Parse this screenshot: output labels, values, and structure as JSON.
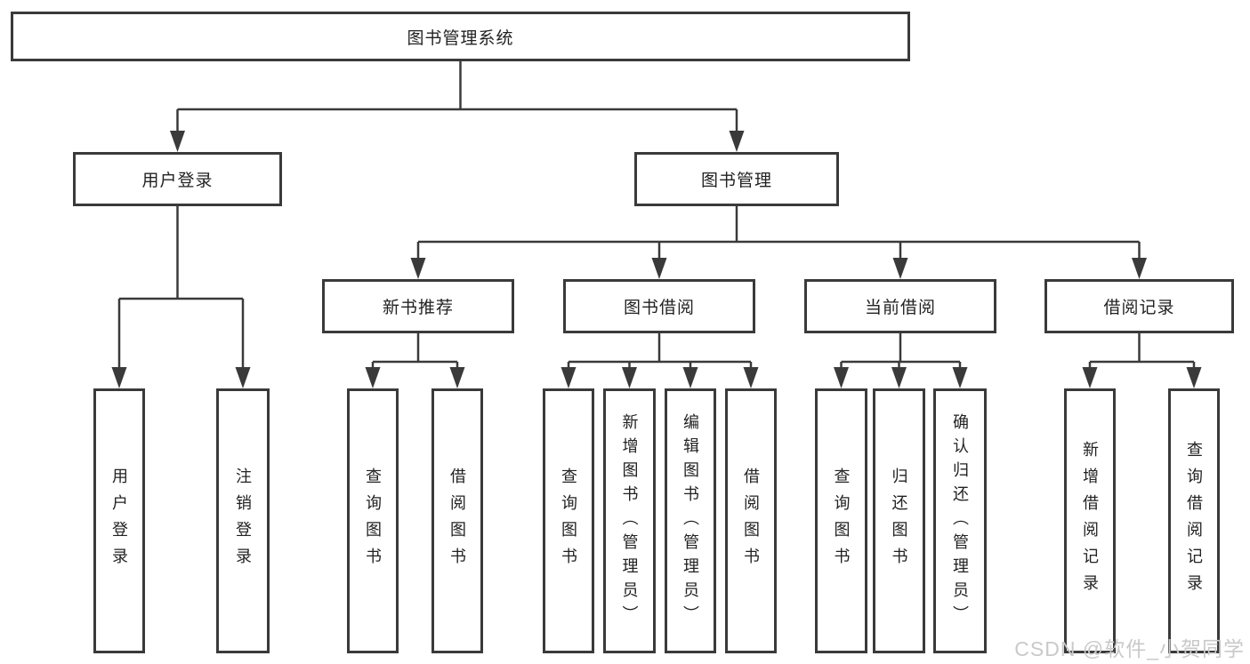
{
  "diagram": {
    "root_label": "图书管理系统",
    "level2": {
      "user_login": "用户登录",
      "book_mgmt": "图书管理"
    },
    "level3": {
      "new_books": "新书推荐",
      "book_borrow": "图书借阅",
      "current_borrow": "当前借阅",
      "borrow_records": "借阅记录"
    },
    "leaves": {
      "user_login": [
        "用户登录",
        "注销登录"
      ],
      "new_books": [
        "查询图书",
        "借阅图书"
      ],
      "book_borrow": [
        "查询图书",
        "新增图书（管理员）",
        "编辑图书（管理员）",
        "借阅图书"
      ],
      "current_borrow": [
        "查询图书",
        "归还图书",
        "确认归还（管理员）"
      ],
      "borrow_records": [
        "新增借阅记录",
        "查询借阅记录"
      ]
    }
  },
  "watermark": "CSDN @软件_小贺同学",
  "colors": {
    "line": "#3a3a3a",
    "box_border": "#3a3a3a",
    "box_fill": "#ffffff",
    "text": "#222222",
    "watermark": "#c9c9c9"
  }
}
